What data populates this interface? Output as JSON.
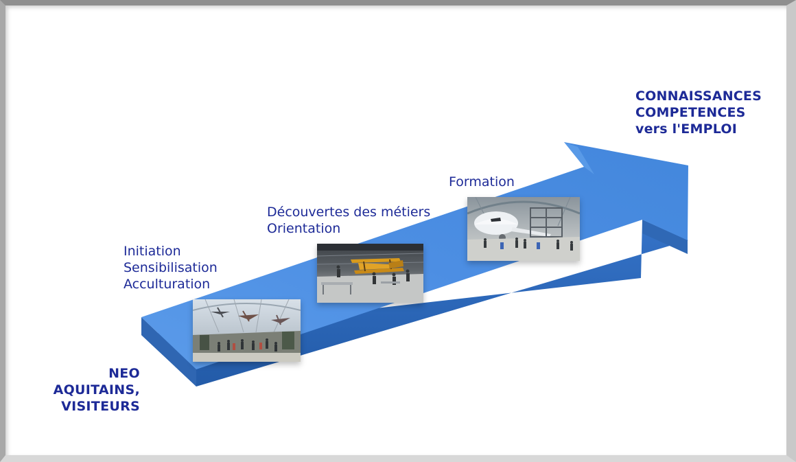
{
  "labels": {
    "neo": [
      "NEO",
      "AQUITAINS,",
      "VISITEURS"
    ],
    "initiation": [
      "Initiation",
      "Sensibilisation",
      "Acculturation"
    ],
    "decouvertes": [
      "Découvertes des métiers",
      "Orientation"
    ],
    "formation": [
      "Formation"
    ],
    "right": [
      "CONNAISSANCES",
      "COMPETENCES",
      "vers l'EMPLOI"
    ]
  },
  "colors": {
    "text": "#1d2a97",
    "arrow_top": "#4d8fe5",
    "arrow_side": "#2d6ab8",
    "frame": "#9a9a9a"
  }
}
